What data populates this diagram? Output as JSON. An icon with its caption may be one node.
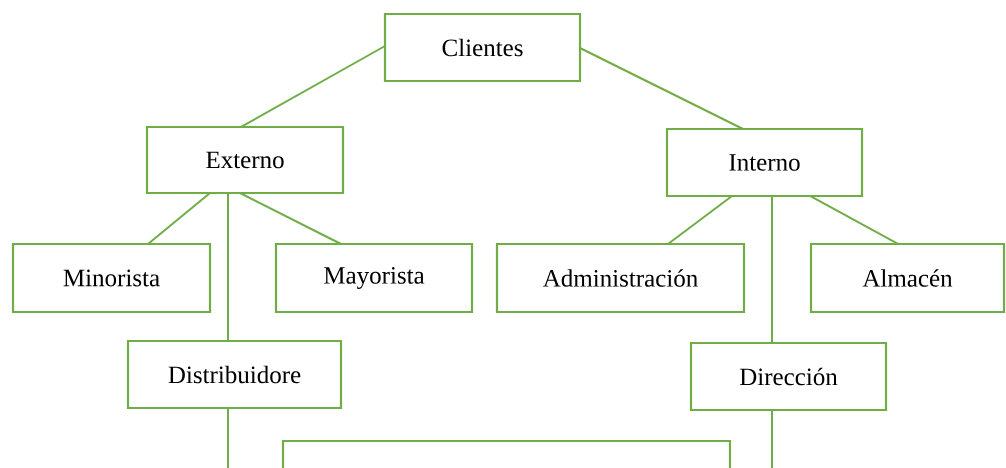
{
  "diagram": {
    "nodes": [
      {
        "text": [
          "Clientes"
        ]
      },
      {
        "text": [
          "Externo"
        ]
      },
      {
        "text": [
          "Interno"
        ]
      },
      {
        "text": [
          "Minorista"
        ]
      },
      {
        "text": [
          "Mayorista"
        ]
      },
      {
        "text": [
          "Administración"
        ]
      },
      {
        "text": [
          "Almacén"
        ]
      },
      {
        "text": [
          "Distribuidore"
        ]
      },
      {
        "text": [
          "Dirección"
        ]
      },
      {
        "text": [],
        "shape": "box"
      }
    ],
    "edges": [
      {
        "from": 0,
        "to": 1,
        "arrow": "none"
      },
      {
        "from": 0,
        "to": 2,
        "arrow": "none"
      },
      {
        "from": 1,
        "to": 3,
        "arrow": "none"
      },
      {
        "from": 1,
        "to": 7,
        "arrow": "none"
      },
      {
        "from": 1,
        "to": 4,
        "arrow": "none"
      },
      {
        "from": 2,
        "to": 5,
        "arrow": "none"
      },
      {
        "from": 2,
        "to": 8,
        "arrow": "none"
      },
      {
        "from": 2,
        "to": 6,
        "arrow": "none"
      },
      {
        "from": 7,
        "to": null,
        "arrow": "none"
      },
      {
        "from": 8,
        "to": null,
        "arrow": "none"
      }
    ]
  }
}
